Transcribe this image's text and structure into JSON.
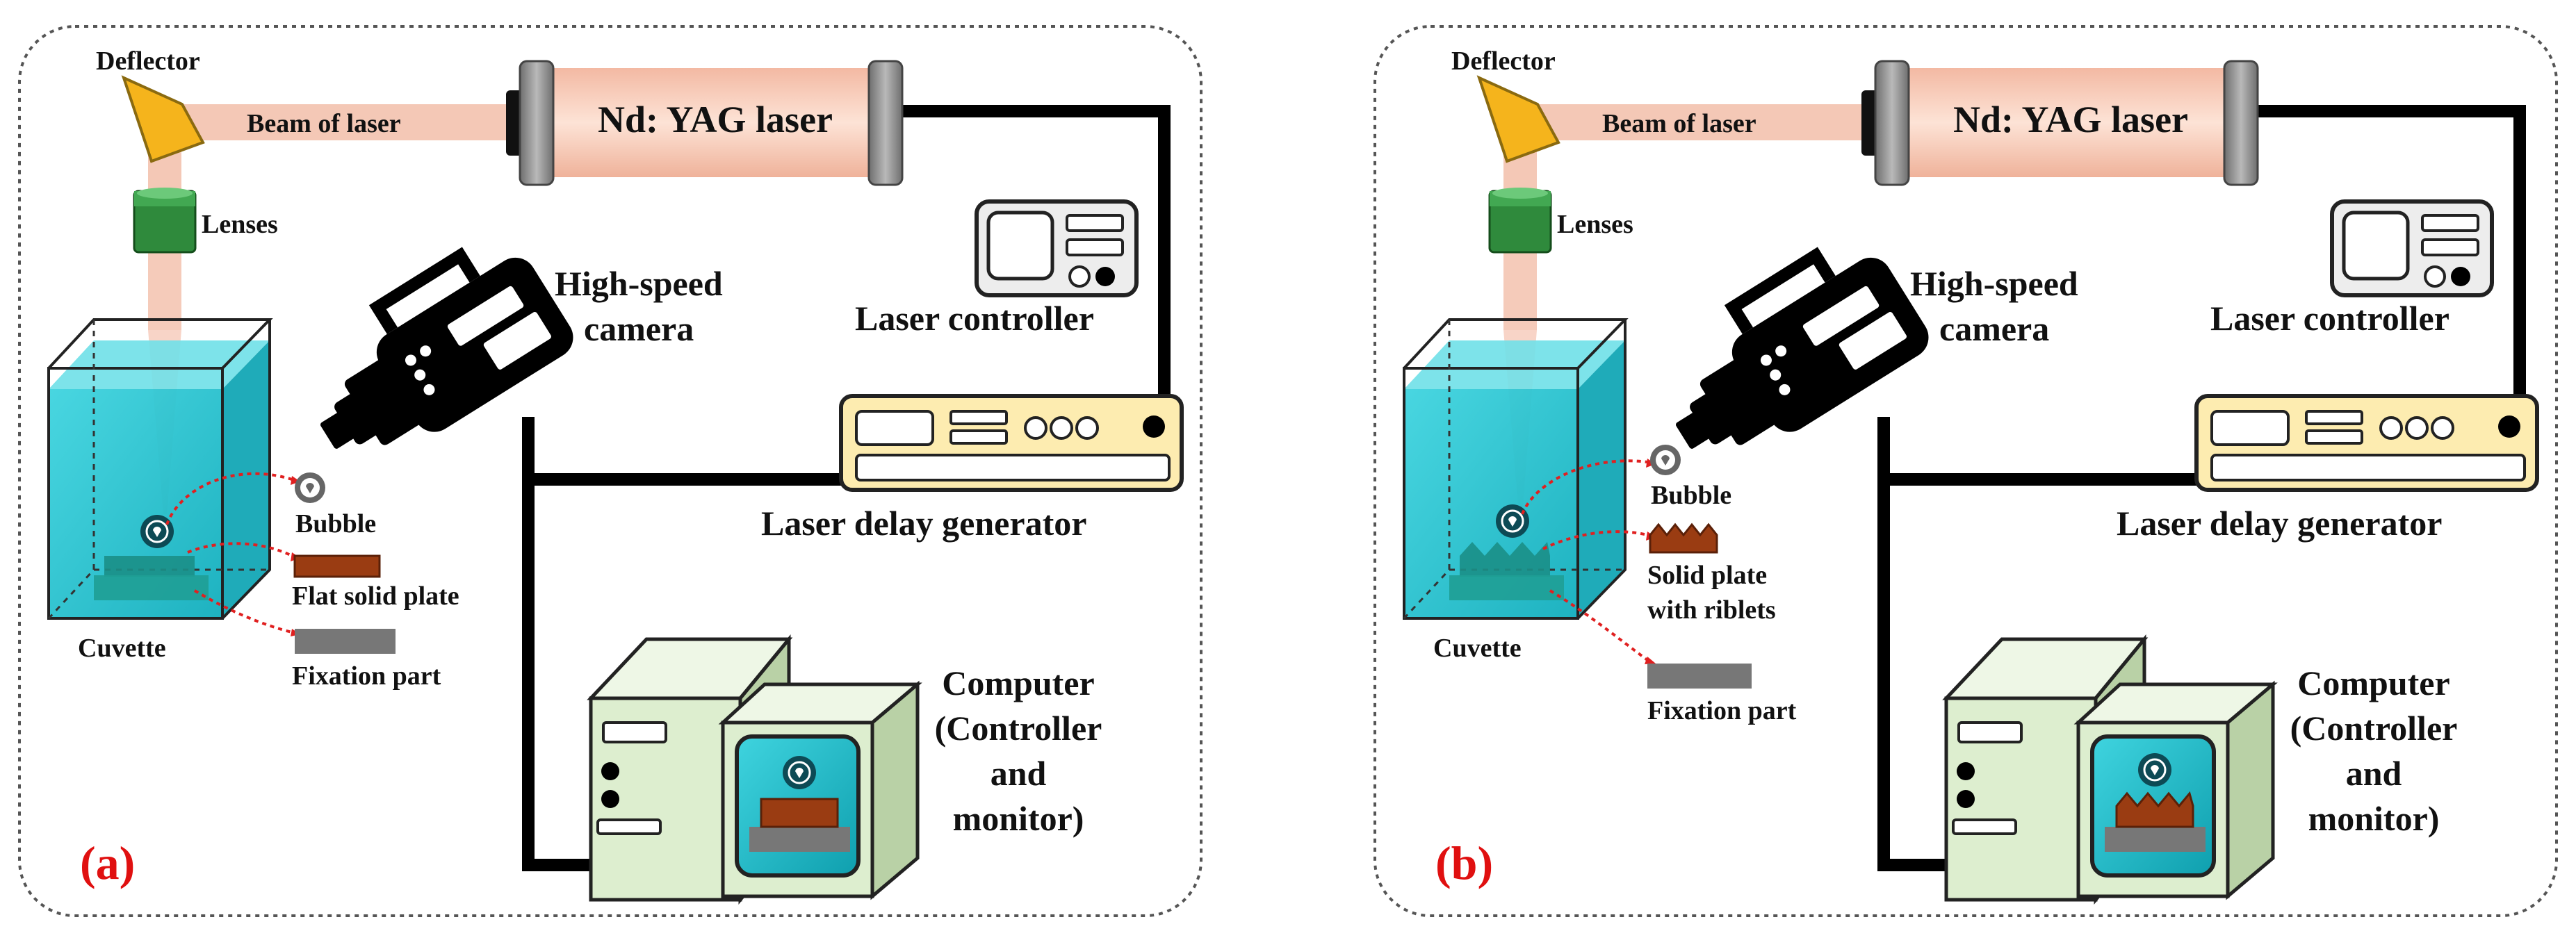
{
  "panels": [
    {
      "tag": "(a)",
      "labels": {
        "deflector": "Deflector",
        "beam": "Beam of laser",
        "laser": "Nd: YAG laser",
        "lenses": "Lenses",
        "camera_line1": "High-speed",
        "camera_line2": "camera",
        "laser_controller": "Laser controller",
        "delay_generator": "Laser delay generator",
        "bubble": "Bubble",
        "plate_line1": "Flat solid plate",
        "plate_line2": "",
        "fixation": "Fixation part",
        "cuvette": "Cuvette",
        "computer_line1": "Computer",
        "computer_line2": "(Controller",
        "computer_line3": "and",
        "computer_line4": "monitor)"
      }
    },
    {
      "tag": "(b)",
      "labels": {
        "deflector": "Deflector",
        "beam": "Beam of laser",
        "laser": "Nd: YAG laser",
        "lenses": "Lenses",
        "camera_line1": "High-speed",
        "camera_line2": "camera",
        "laser_controller": "Laser controller",
        "delay_generator": "Laser delay generator",
        "bubble": "Bubble",
        "plate_line1": "Solid plate",
        "plate_line2": "with riblets",
        "fixation": "Fixation part",
        "cuvette": "Cuvette",
        "computer_line1": "Computer",
        "computer_line2": "(Controller",
        "computer_line3": "and",
        "computer_line4": "monitor)"
      }
    }
  ],
  "colors": {
    "panel_tag": "#e01010",
    "water": "#1fc4cf",
    "laser_body": "#f6c9b5",
    "beam": "#f3c2ae",
    "deflector": "#f5b41c",
    "lens": "#2f8a3c",
    "generator": "#fdecb0",
    "computer": "#ddeecf",
    "plate": "#9a3c12",
    "fixation": "#777777",
    "bubble_link": "#e02020"
  },
  "icons": [
    "deflector-icon",
    "laser-icon",
    "lens-icon",
    "camera-icon",
    "controller-icon",
    "generator-icon",
    "computer-icon",
    "cuvette-icon",
    "bubble-icon"
  ]
}
